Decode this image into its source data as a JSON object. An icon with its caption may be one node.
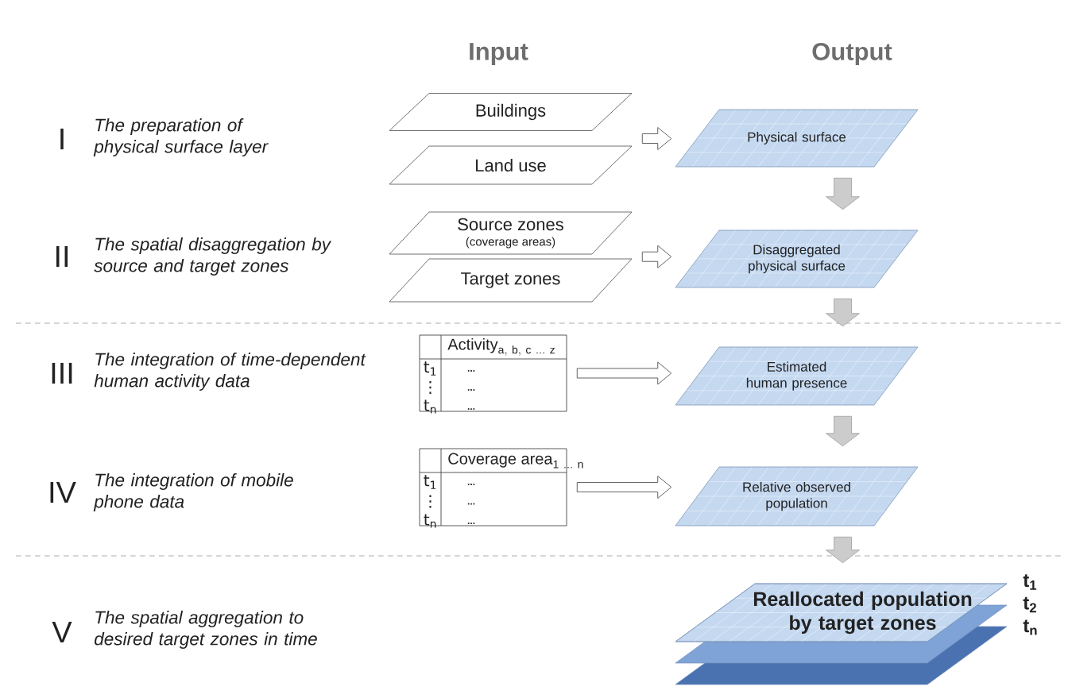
{
  "diagram": {
    "nodes": [
      {
        "text": [
          "Buildings"
        ]
      },
      {
        "text": [
          "Land use"
        ]
      },
      {
        "text": [
          "Source zones",
          "(coverage areas)"
        ]
      },
      {
        "text": [
          "Target zones"
        ]
      },
      {
        "text": [
          "\\mathrm{Activity}_{\\mathrm{a,\\ b,\\ c\\ ...\\ z}}",
          "t$_{1}$",
          "⋮",
          "t$_{n}$",
          "...",
          "...",
          "..."
        ]
      },
      {
        "text": [
          "\\mathrm{Coverage\\ area}_{\\mathrm{1\\ ...\\ n}}",
          "t$_{1}$",
          "⋮",
          "t$_{n}$",
          "...",
          "...",
          "..."
        ]
      },
      {
        "text": [
          "Physical surface"
        ]
      },
      {
        "text": [
          "Disaggregated physical surface"
        ]
      },
      {
        "text": [
          "Estimated human presence"
        ]
      },
      {
        "text": [
          "Relative observed population"
        ]
      },
      {
        "text": [
          "Reallocated population by target zones"
        ],
        "beside": [
          "t$_{1}$",
          "t$_{2}$",
          "t$_{n}$"
        ]
      }
    ],
    "edges": [
      {
        "from": 0,
        "to": 6,
        "arrow": "to"
      },
      {
        "from": 1,
        "to": 6,
        "arrow": "to"
      },
      {
        "from": 2,
        "to": 7,
        "arrow": "to"
      },
      {
        "from": 3,
        "to": 7,
        "arrow": "to"
      },
      {
        "from": 4,
        "to": 8,
        "arrow": "to"
      },
      {
        "from": 5,
        "to": 9,
        "arrow": "to"
      },
      {
        "from": 6,
        "to": 7,
        "arrow": "to",
        "color": "#cccccc"
      },
      {
        "from": 7,
        "to": 8,
        "arrow": "to",
        "color": "#cccccc"
      },
      {
        "from": 8,
        "to": 9,
        "arrow": "to",
        "color": "#cccccc"
      },
      {
        "from": 9,
        "to": 10,
        "arrow": "to",
        "color": "#cccccc"
      }
    ],
    "labels": [
      "Input",
      "Output",
      "I",
      "The preparation of physical surface layer",
      "II",
      "The spatial disaggregation by source and target zones",
      "III",
      "The integration of time-dependent human activity data",
      "IV",
      "The integration of mobile phone data",
      "V",
      "The spatial aggregation to desired target zones in time"
    ]
  }
}
